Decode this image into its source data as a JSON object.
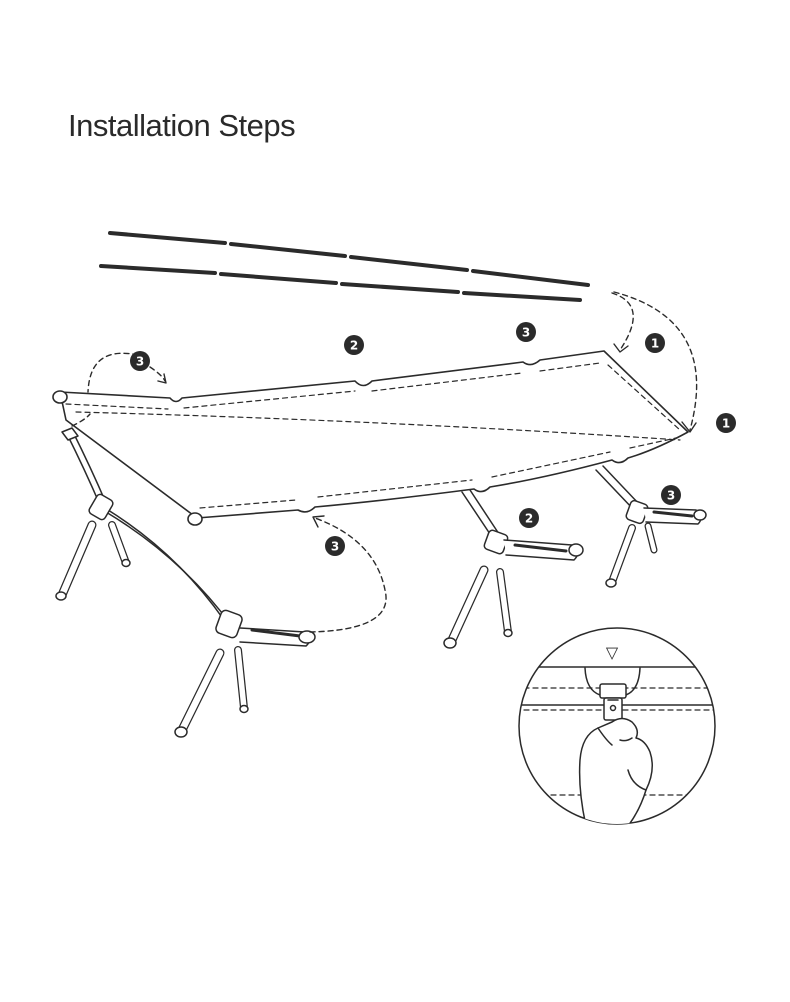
{
  "title": "Installation Steps",
  "step_labels": {
    "step1_top": "1",
    "step1_right": "1",
    "step2_top": "2",
    "step2_leg": "2",
    "step3_left": "3",
    "step3_top_right": "3",
    "step3_bottom": "3",
    "step3_leg_right": "3"
  },
  "detail_marker": "▽",
  "colors": {
    "line": "#2b2b2b",
    "badge": "#2b2b2b",
    "background": "#ffffff"
  }
}
